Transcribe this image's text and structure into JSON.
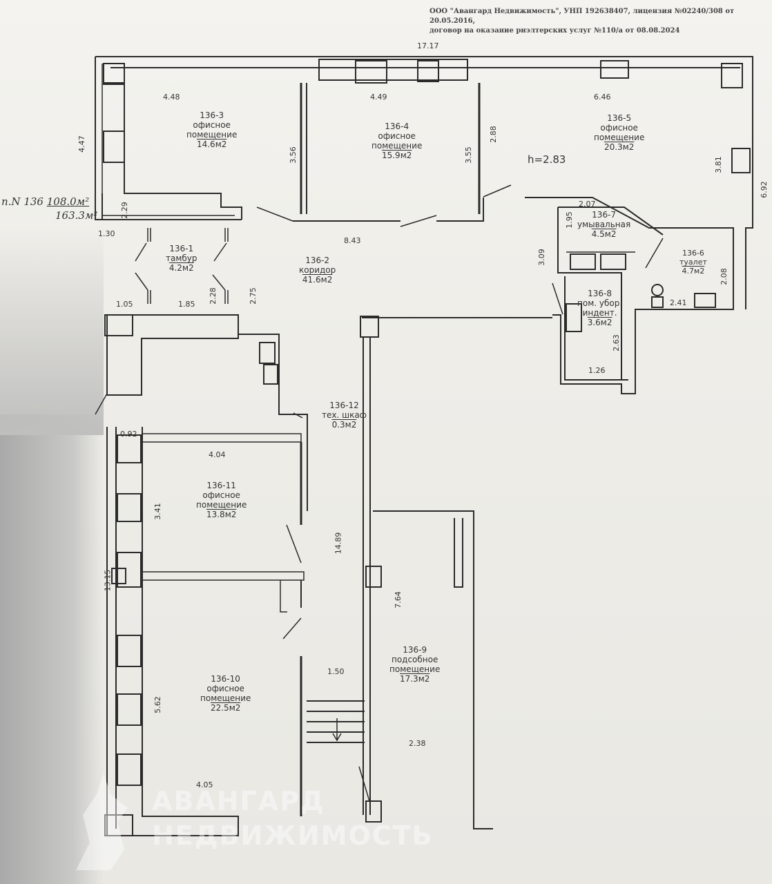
{
  "header": {
    "line1": "ООО \"Авангард Недвижимость\", УНП 192638407, лицензия №02240/308 от 20.05.2016,",
    "line2": "договор на оказание риэлтерских услуг №110/а  от 08.08.2024"
  },
  "summary": {
    "prefix": "п.N 136",
    "area1": "108.0м²",
    "area2": "163.3м²"
  },
  "rooms": [
    {
      "num": "136-3",
      "name": "офисное",
      "name2": "помещение",
      "area": "14.6м2"
    },
    {
      "num": "136-4",
      "name": "офисное",
      "name2": "помещение",
      "area": "15.9м2"
    },
    {
      "num": "136-5",
      "name": "офисное",
      "name2": "помещение",
      "area": "20.3м2"
    },
    {
      "num": "136-7",
      "name": "умывальная",
      "name2": "",
      "area": "4.5м2"
    },
    {
      "num": "136-6",
      "name": "туалет",
      "name2": "",
      "area": "4.7м2"
    },
    {
      "num": "136-8",
      "name": "пом. убор.",
      "name2": "индент.",
      "area": "3.6м2"
    },
    {
      "num": "136-1",
      "name": "тамбур",
      "name2": "",
      "area": "4.2м2"
    },
    {
      "num": "136-2",
      "name": "коридор",
      "name2": "",
      "area": "41.6м2"
    },
    {
      "num": "136-12",
      "name": "тех. шкаф",
      "name2": "",
      "area": "0.3м2"
    },
    {
      "num": "136-11",
      "name": "офисное",
      "name2": "помещение",
      "area": "13.8м2"
    },
    {
      "num": "136-10",
      "name": "офисное",
      "name2": "помещение",
      "area": "22.5м2"
    },
    {
      "num": "136-9",
      "name": "подсобное",
      "name2": "помещение",
      "area": "17.3м2"
    }
  ],
  "dims": {
    "d1": "17.17",
    "d2": "4.48",
    "d3": "4.49",
    "d4": "6.46",
    "d5": "4.47",
    "d6": "3.56",
    "d7": "3.55",
    "d8": "2.88",
    "d9": "h=2.83",
    "d10": "3.81",
    "d11": "6.92",
    "d12": "2.07",
    "d13": "1.95",
    "d14": "3.09",
    "d15": "2.08",
    "d16": "2.41",
    "d17": "2.63",
    "d18": "1.26",
    "d19": "1.30",
    "d20": "8.43",
    "d21": "2.29",
    "d22": "2.28",
    "d23": "2.75",
    "d24": "1.05",
    "d25": "1.85",
    "d26": "0.92",
    "d27": "4.04",
    "d28": "3.41",
    "d29": "14.89",
    "d30": "13.15",
    "d31": "7.64",
    "d32": "5.62",
    "d33": "1.50",
    "d34": "2.38",
    "d35": "4.05"
  },
  "watermark": {
    "line1": "АВАНГАРД",
    "line2": "НЕДВИЖИМОСТЬ"
  },
  "colors": {
    "wall": "#2a2a2a",
    "paper": "#f1f0ec"
  }
}
